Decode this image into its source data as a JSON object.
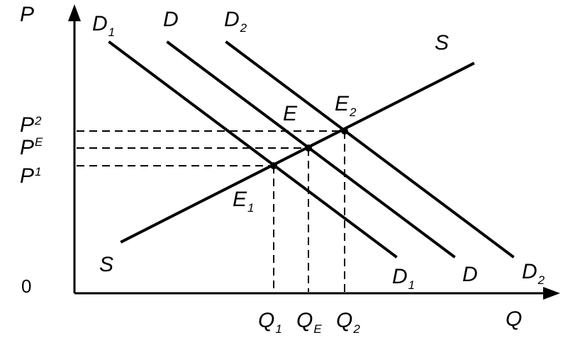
{
  "axes": {
    "y_label": "P",
    "x_label": "Q",
    "origin_label": "0"
  },
  "curves": {
    "supply": {
      "label_top": "S",
      "label_bottom": "S"
    },
    "demand_1": {
      "label_main": "D",
      "label_sub": "1"
    },
    "demand": {
      "label_main": "D"
    },
    "demand_2": {
      "label_main": "D",
      "label_sub": "2"
    }
  },
  "equilibria": {
    "e1": {
      "label_main": "E",
      "label_sub": "1"
    },
    "e": {
      "label_main": "E"
    },
    "e2": {
      "label_main": "E",
      "label_sub": "2"
    }
  },
  "prices": {
    "p2": {
      "main": "P",
      "sub": "2"
    },
    "pe": {
      "main": "P",
      "sub": "E"
    },
    "p1": {
      "main": "P",
      "sub": "1"
    }
  },
  "quantities": {
    "q1": {
      "main": "Q",
      "sub": "1"
    },
    "qe": {
      "main": "Q",
      "sub": "E"
    },
    "q2": {
      "main": "Q",
      "sub": "2"
    }
  },
  "colors": {
    "ink": "#000000",
    "background": "#ffffff"
  }
}
